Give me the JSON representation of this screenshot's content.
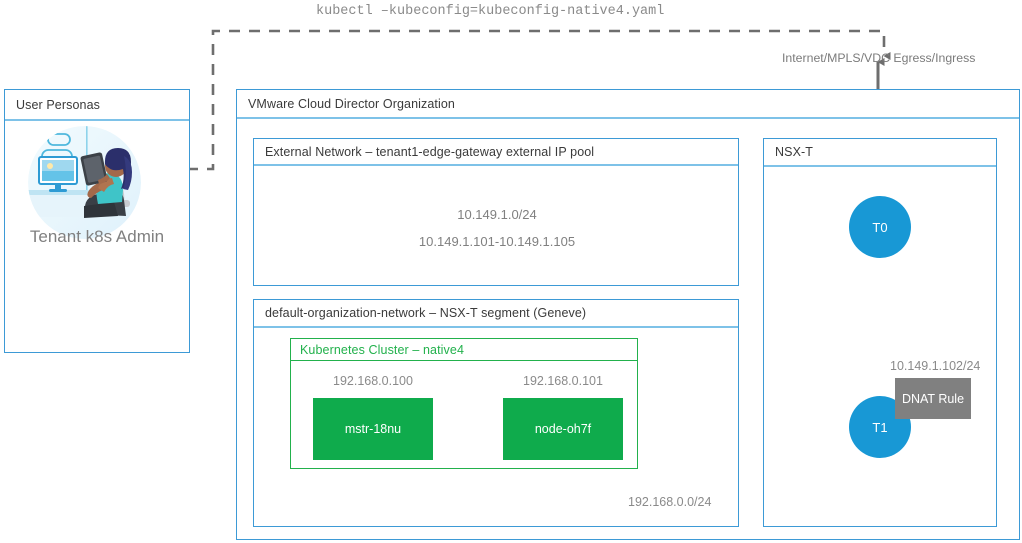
{
  "diagram": {
    "command_label": "kubectl –kubeconfig=kubeconfig-native4.yaml",
    "internet_label": "Internet/MPLS/VDC Egress/Ingress"
  },
  "personas": {
    "title": "User Personas",
    "avatar_icon": "user-avatar-illustration",
    "persona_name": "Tenant k8s Admin"
  },
  "vcd": {
    "title": "VMware Cloud Director Organization",
    "external_network": {
      "title": "External Network – tenant1-edge-gateway external IP pool",
      "cidr": "10.149.1.0/24",
      "ip_range": "10.149.1.101-10.149.1.105"
    },
    "org_network": {
      "title": "default-organization-network – NSX-T segment (Geneve)",
      "subnet_label": "192.168.0.0/24",
      "cluster": {
        "title": "Kubernetes Cluster – native4",
        "nodes": [
          {
            "name": "mstr-18nu",
            "ip": "192.168.0.100"
          },
          {
            "name": "node-oh7f",
            "ip": "192.168.0.101"
          }
        ]
      }
    }
  },
  "nsxt": {
    "title": "NSX-T",
    "t0": {
      "label": "T0"
    },
    "t1": {
      "label": "T1"
    },
    "dnat": {
      "label": "DNAT Rule"
    },
    "edge_ip": "10.149.1.102/24"
  },
  "colors": {
    "blue_border": "#3d9ad6",
    "header_rule": "#7ec2e8",
    "node_blue": "#1898d5",
    "vm_green": "#0fab4c",
    "cluster_green": "#22b14c",
    "dnat_gray": "#808080",
    "wire_gray": "#808080",
    "text_gray": "#8a8a8a"
  }
}
